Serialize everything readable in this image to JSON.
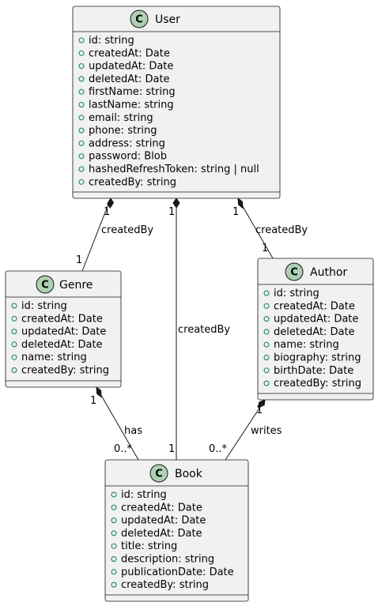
{
  "classes": {
    "user": {
      "stereotype": "C",
      "name": "User",
      "attributes": [
        "id: string",
        "createdAt: Date",
        "updatedAt: Date",
        "deletedAt: Date",
        "firstName: string",
        "lastName: string",
        "email: string",
        "phone: string",
        "address: string",
        "password: Blob",
        "hashedRefreshToken: string | null",
        "createdBy: string"
      ]
    },
    "genre": {
      "stereotype": "C",
      "name": "Genre",
      "attributes": [
        "id: string",
        "createdAt: Date",
        "updatedAt: Date",
        "deletedAt: Date",
        "name: string",
        "createdBy: string"
      ]
    },
    "author": {
      "stereotype": "C",
      "name": "Author",
      "attributes": [
        "id: string",
        "createdAt: Date",
        "updatedAt: Date",
        "deletedAt: Date",
        "name: string",
        "biography: string",
        "birthDate: Date",
        "createdBy: string"
      ]
    },
    "book": {
      "stereotype": "C",
      "name": "Book",
      "attributes": [
        "id: string",
        "createdAt: Date",
        "updatedAt: Date",
        "deletedAt: Date",
        "title: string",
        "description: string",
        "publicationDate: Date",
        "createdBy: string"
      ]
    }
  },
  "relations": {
    "user_genre": {
      "label": "createdBy",
      "source_mult": "1",
      "target_mult": "1"
    },
    "user_book": {
      "label": "createdBy",
      "source_mult": "1",
      "target_mult": "1"
    },
    "user_author": {
      "label": "createdBy",
      "source_mult": "1",
      "target_mult": "1"
    },
    "genre_book": {
      "label": "has",
      "source_mult": "1",
      "target_mult": "0..*"
    },
    "author_book": {
      "label": "writes",
      "source_mult": "1",
      "target_mult": "0..*"
    }
  }
}
